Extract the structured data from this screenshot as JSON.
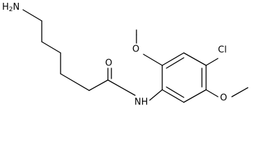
{
  "molecule": {
    "atoms": {
      "amine_label": "H",
      "amine_subscript": "2",
      "amine_element": "N",
      "amide_nh": "NH",
      "carbonyl_o": "O",
      "methoxy_o_top": "O",
      "methoxy_o_bottom": "O",
      "chlorine": "Cl"
    },
    "colors": {
      "bond": "#000000",
      "text": "#000000",
      "background": "#ffffff"
    }
  }
}
